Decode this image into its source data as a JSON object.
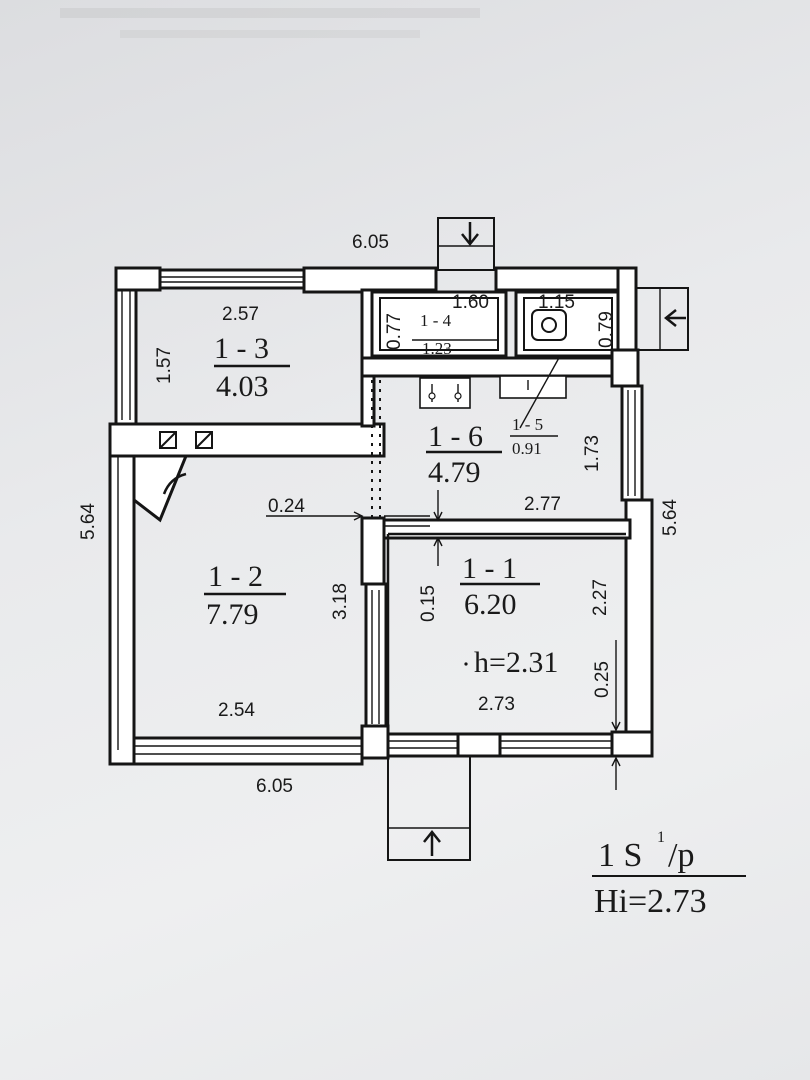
{
  "plan": {
    "overall_top_width": "6.05",
    "overall_bottom_width": "6.05",
    "overall_left_height": "5.64",
    "overall_right_height": "5.64",
    "wall_offset": "0.24",
    "rooms": [
      {
        "id": "1 - 3",
        "area": "4.03",
        "width": "2.57",
        "length": "1.57"
      },
      {
        "id": "1 - 4",
        "area": "1.23",
        "width": "1.60",
        "length": "0.77"
      },
      {
        "id": "1 - 5",
        "area": "0.91",
        "width": "1.15",
        "length": "0.79"
      },
      {
        "id": "1 - 6",
        "area": "4.79",
        "width": "2.77",
        "length": "1.73"
      },
      {
        "id": "1 - 2",
        "area": "7.79",
        "width": "2.54",
        "length": "3.18"
      },
      {
        "id": "1 - 1",
        "area": "6.20",
        "width": "2.73",
        "length": "2.27"
      }
    ],
    "partition_gap": "0.15",
    "window_gap": "0.25",
    "ceiling_height": "h=2.31"
  },
  "stamp": {
    "floor_label": "1 S",
    "floor_superscript": "1",
    "floor_suffix": "/p",
    "height_label": "Hi=2.73"
  }
}
